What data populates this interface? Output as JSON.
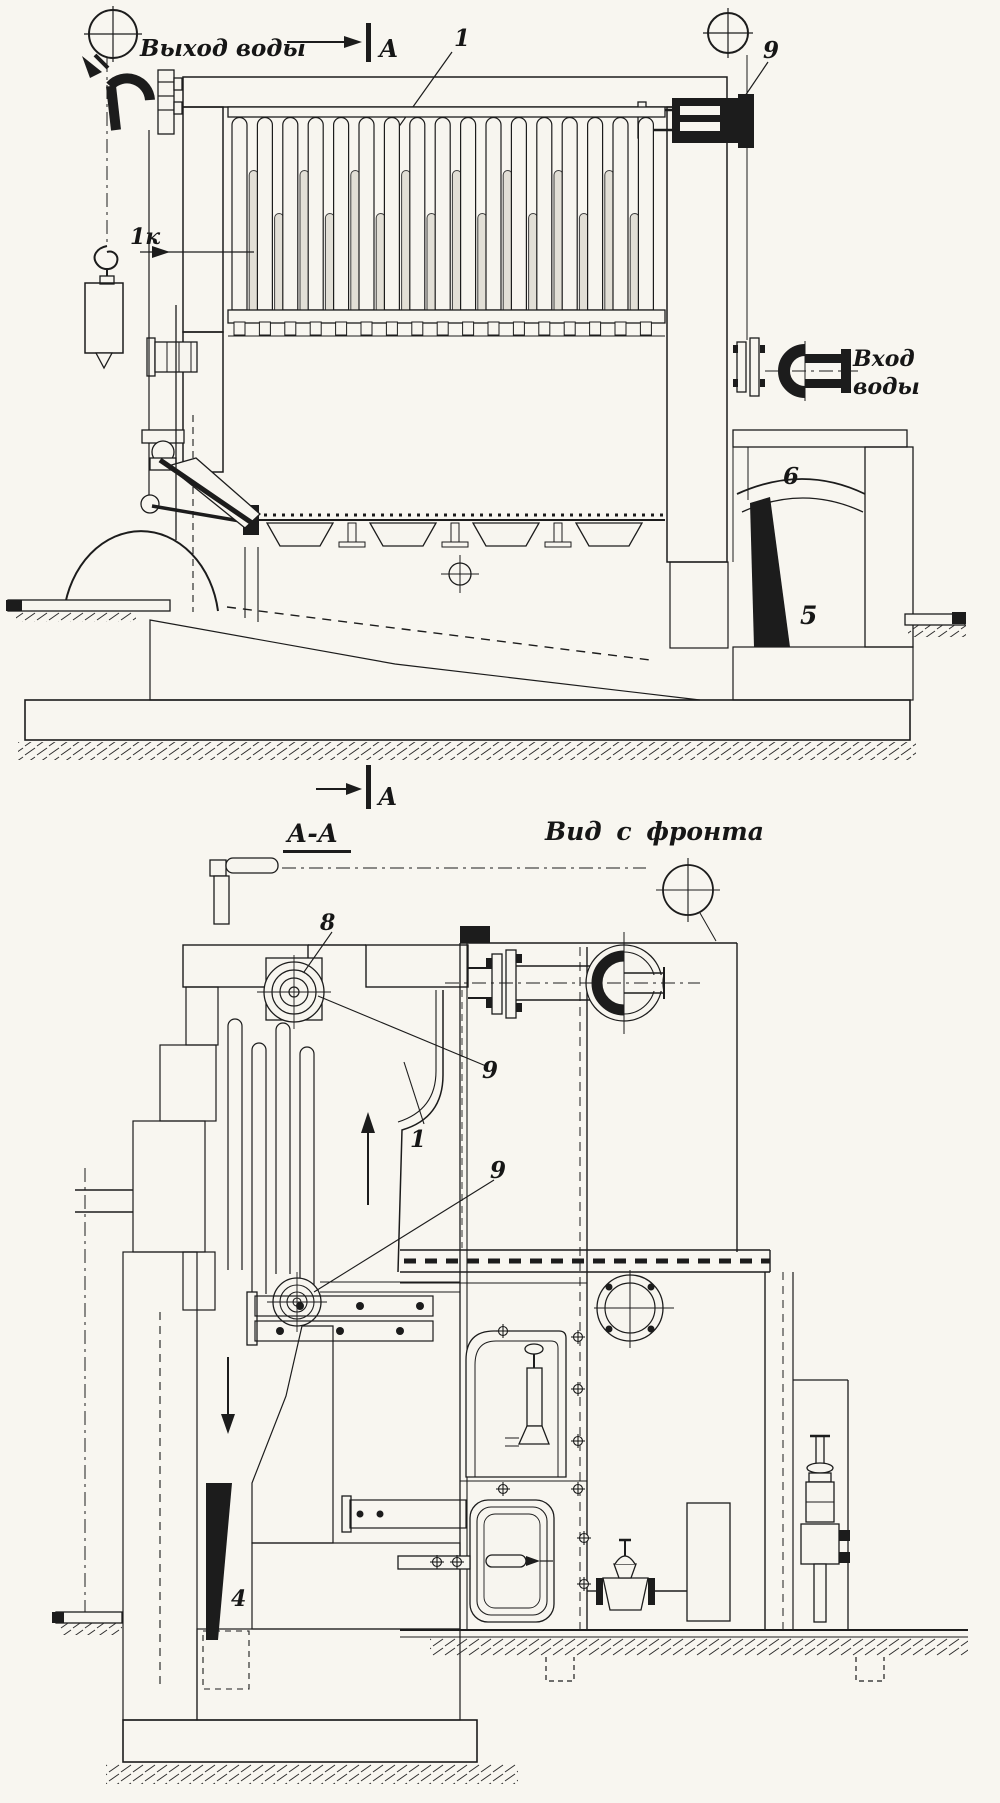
{
  "drawing": {
    "labels": {
      "water_outlet": "Выход воды",
      "water_inlet_line1": "Вход",
      "water_inlet_line2": "воды",
      "section_letter": "А",
      "section_view_title": "А-А",
      "front_view_title": "Вид с фронта",
      "part_1": "1",
      "part_1k": "1к",
      "part_4": "4",
      "part_5": "5",
      "part_6": "6",
      "part_8": "8",
      "part_9": "9"
    },
    "colors": {
      "ink": "#1c1c1c",
      "paper": "#f7f5ef"
    }
  }
}
